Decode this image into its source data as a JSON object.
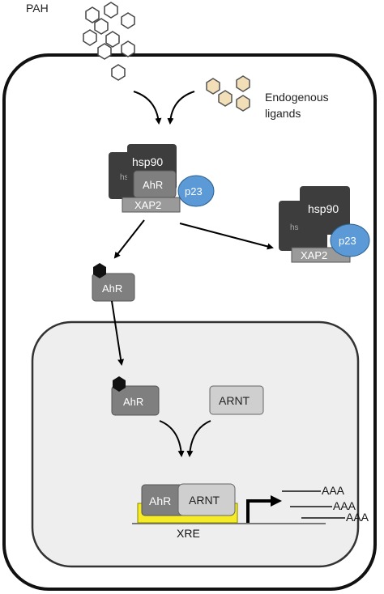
{
  "labels": {
    "pah": "PAH",
    "endogenous_line1": "Endogenous",
    "endogenous_line2": "ligands",
    "complex1": {
      "hsp90_front": "hsp90",
      "hsp90_back": "hs",
      "ahr": "AhR",
      "p23": "p23",
      "xap2": "XAP2"
    },
    "complex2": {
      "hsp90_front": "hsp90",
      "hsp90_back": "hs",
      "p23": "p23",
      "xap2": "XAP2"
    },
    "ahr_cytoplasm": "AhR",
    "ahr_nucleus": "AhR",
    "arnt_nucleus": "ARNT",
    "dimer_ahr": "AhR",
    "dimer_arnt": "ARNT",
    "xre": "XRE",
    "transcripts": [
      "AAA",
      "AAA",
      "AAA"
    ]
  },
  "colors": {
    "hexagon_pah_fill": "#ffffff",
    "hexagon_endogenous_fill": "#f2dfb8",
    "nucleus_fill": "#eeeeee",
    "hsp90_fill": "#3d3d3d",
    "ahr_fill": "#7f7f7f",
    "arnt_fill": "#cfcfcf",
    "p23_fill": "#5b9ad6",
    "xap2_fill": "#9a9a9a",
    "xre_fill": "#f5eb26",
    "ligand_fill": "#111111"
  }
}
